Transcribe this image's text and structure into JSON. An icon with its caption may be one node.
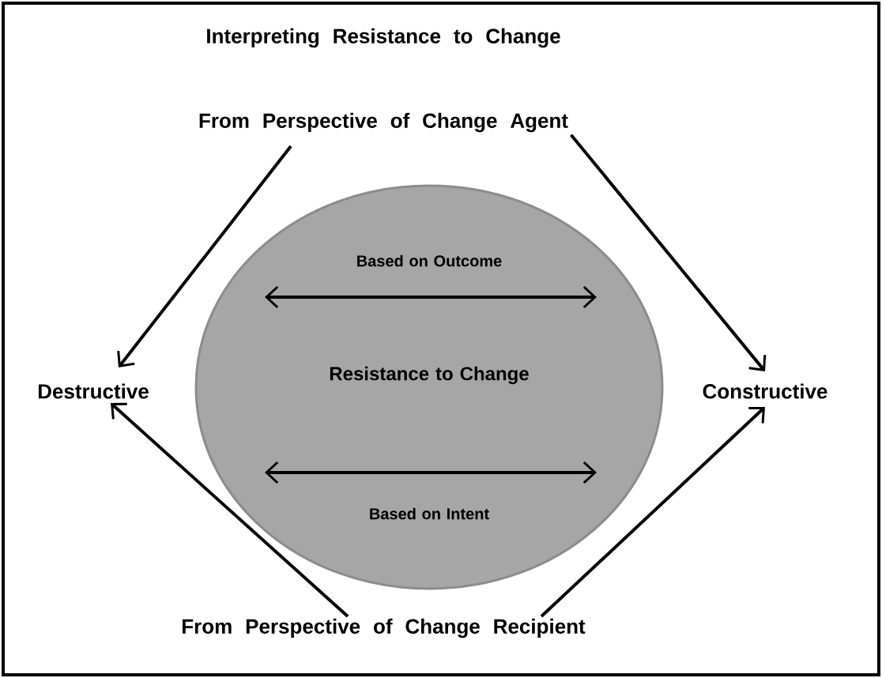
{
  "diagram": {
    "title": "Interpreting Resistance to Change",
    "nodes": [
      {
        "text": [
          "From Perspective of Change Agent"
        ]
      },
      {
        "text": [
          "Destructive"
        ]
      },
      {
        "text": [
          "Based on Outcome",
          "Resistance to Change",
          "Based on Intent"
        ]
      },
      {
        "text": [
          "Constructive"
        ]
      },
      {
        "text": [
          "From Perspective of Change Recipient"
        ]
      }
    ],
    "edges": [
      {
        "from": 0,
        "to": 1,
        "arrow": "to"
      },
      {
        "from": 0,
        "to": 3,
        "arrow": "to"
      },
      {
        "from": 4,
        "to": 1,
        "arrow": "to"
      },
      {
        "from": 4,
        "to": 3,
        "arrow": "to"
      }
    ]
  }
}
